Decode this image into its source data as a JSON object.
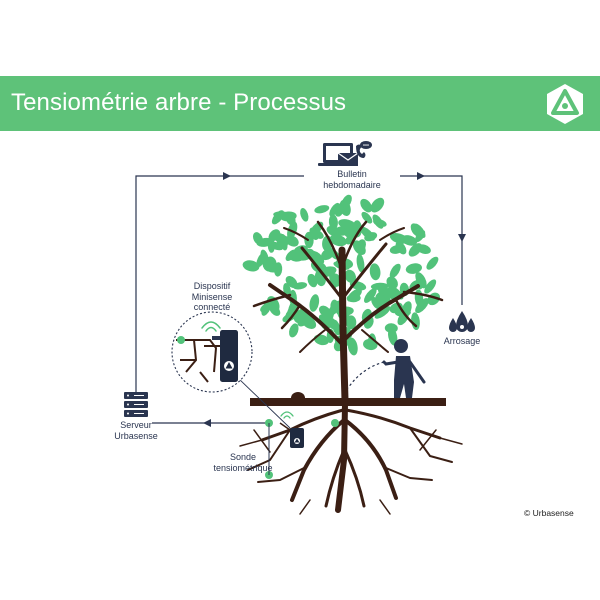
{
  "header": {
    "title": "Tensiométrie arbre - Processus"
  },
  "labels": {
    "bulletin_line1": "Bulletin",
    "bulletin_line2": "hebdomadaire",
    "arrosage": "Arrosage",
    "serveur_line1": "Serveur",
    "serveur_line2": "Urbasense",
    "dispositif_line1": "Dispositif",
    "dispositif_line2": "Minisense",
    "dispositif_line3": "connecté",
    "sonde_line1": "Sonde",
    "sonde_line2": "tensiométrique"
  },
  "footer": {
    "copyright": "© Urbasense"
  },
  "colors": {
    "header_green": "#5ec279",
    "leaf_green": "#52c27a",
    "trunk_brown": "#3b1f14",
    "navy": "#2a3550"
  }
}
